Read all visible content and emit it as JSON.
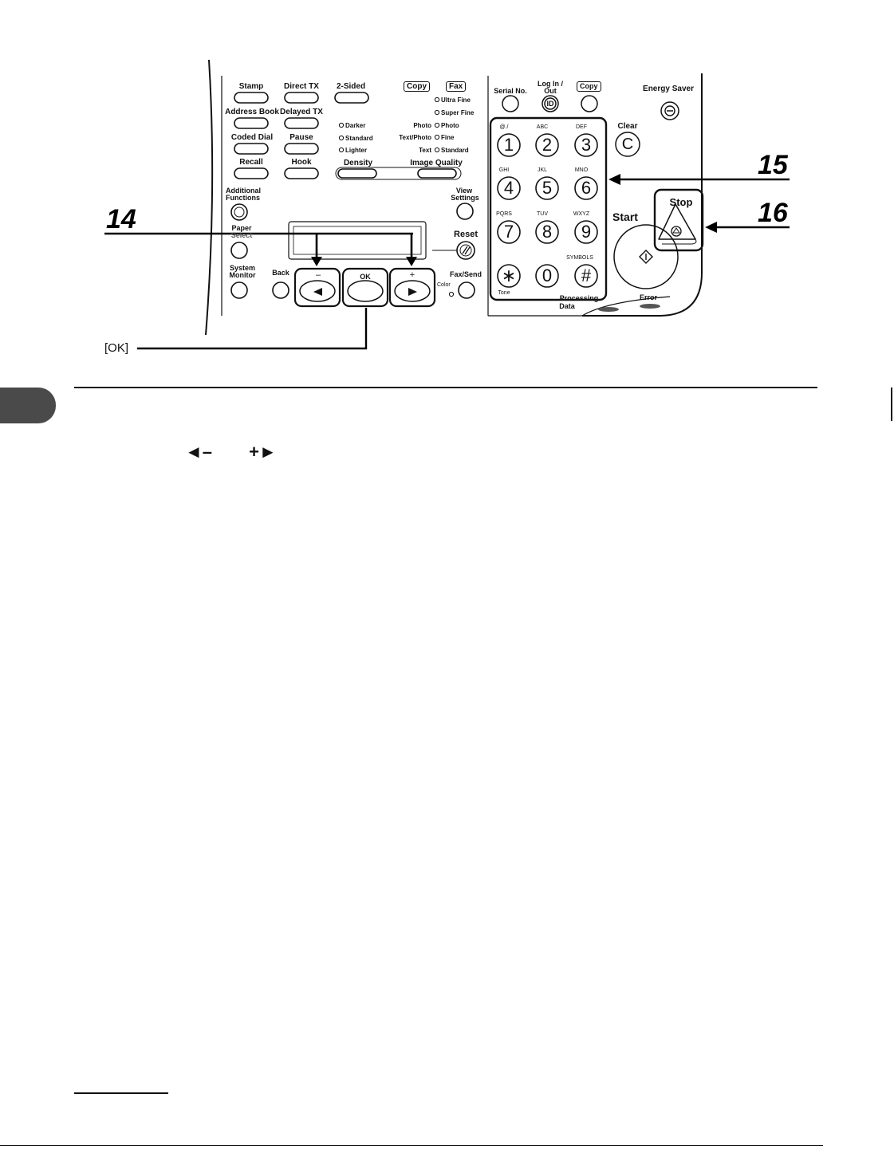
{
  "panel": {
    "left_buttons": {
      "stamp": "Stamp",
      "direct_tx": "Direct TX",
      "two_sided": "2-Sided",
      "address_book": "Address Book",
      "delayed_tx": "Delayed TX",
      "coded_dial": "Coded Dial",
      "pause": "Pause",
      "recall": "Recall",
      "hook": "Hook"
    },
    "copy_tag": "Copy",
    "fax_tag": "Fax",
    "fax_resolution": [
      "Ultra Fine",
      "Super Fine"
    ],
    "density_options": [
      "Darker",
      "Standard",
      "Lighter"
    ],
    "density_label": "Density",
    "image_quality_rows": [
      {
        "copy": "Photo",
        "fax": "Photo"
      },
      {
        "copy": "Text/Photo",
        "fax": "Fine"
      },
      {
        "copy": "Text",
        "fax": "Standard"
      }
    ],
    "image_quality_label": "Image Quality",
    "additional_functions": [
      "Additional",
      "Functions"
    ],
    "paper_select": [
      "Paper",
      "Select"
    ],
    "system_monitor": [
      "System",
      "Monitor"
    ],
    "back": "Back",
    "minus_sign": "–",
    "ok": "OK",
    "plus_sign": "+",
    "view_settings": [
      "View",
      "Settings"
    ],
    "reset": "Reset",
    "fax_send": "Fax/Send",
    "color": "Color",
    "serial_no": "Serial No.",
    "log_in_out": [
      "Log In /",
      "Out"
    ],
    "id_key": "ID",
    "copy_key": "Copy",
    "energy_saver": "Energy Saver",
    "clear": "Clear",
    "clear_key": "C",
    "start": "Start",
    "stop": "Stop",
    "processing_data": [
      "Processing",
      "Data"
    ],
    "error": "Error",
    "keypad": [
      {
        "digit": "1",
        "letters": "@./"
      },
      {
        "digit": "2",
        "letters": "ABC"
      },
      {
        "digit": "3",
        "letters": "DEF"
      },
      {
        "digit": "4",
        "letters": "GHI"
      },
      {
        "digit": "5",
        "letters": "JKL"
      },
      {
        "digit": "6",
        "letters": "MNO"
      },
      {
        "digit": "7",
        "letters": "PQRS"
      },
      {
        "digit": "8",
        "letters": "TUV"
      },
      {
        "digit": "9",
        "letters": "WXYZ"
      },
      {
        "digit": "∗",
        "letters": "Tone"
      },
      {
        "digit": "0",
        "letters": ""
      },
      {
        "digit": "#",
        "letters": "SYMBOLS"
      }
    ]
  },
  "callouts": {
    "c14": "14",
    "c15": "15",
    "c16": "16"
  },
  "ok_label": "[OK]",
  "arrow_left": "◄–",
  "arrow_right": "+►"
}
